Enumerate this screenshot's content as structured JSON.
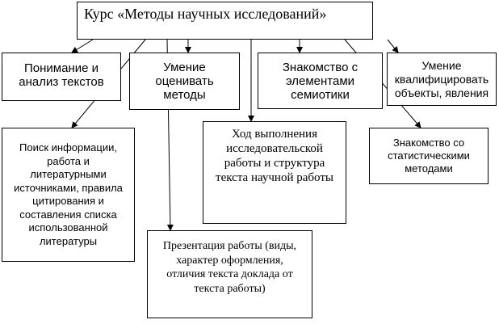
{
  "diagram": {
    "root": {
      "label": "Курс  «Методы научных исследований»"
    },
    "nodes": {
      "understanding": [
        "Понимание и",
        "анализ текстов"
      ],
      "evaluate": [
        "Умение",
        "оценивать",
        "методы"
      ],
      "semiotics": [
        "Знакомство с",
        "элементами",
        "семиотики"
      ],
      "qualify": [
        "Умение",
        "квалифицировать",
        "объекты, явления"
      ],
      "search": [
        "Поиск информации,",
        "работа и",
        "литературными",
        "источниками, правила",
        "цитирования и",
        "составления списка",
        "использованной",
        "литературы"
      ],
      "progress": [
        "Ход выполнения",
        "исследовательской",
        "работы и структура",
        "текста научной работы"
      ],
      "statistics": [
        "Знакомство со",
        "статистическими",
        "методами"
      ],
      "presentation": [
        "Презентация работы (виды,",
        "характер оформления,",
        "отличия текста доклада от",
        "текста работы)"
      ]
    }
  }
}
